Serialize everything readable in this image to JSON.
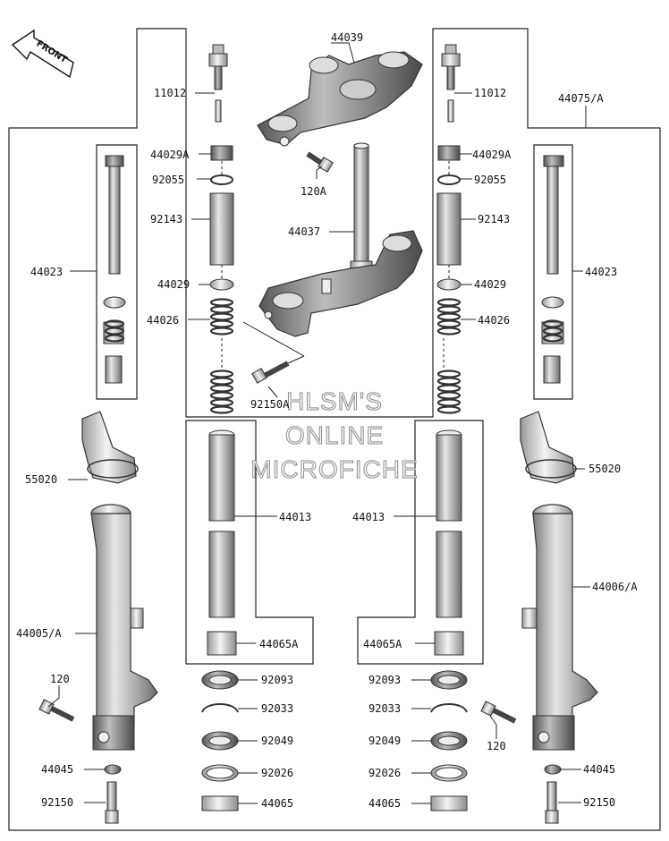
{
  "diagram": {
    "front_label": "FRONT",
    "watermark": [
      "HLSM'S",
      "ONLINE",
      "MICROFICHE"
    ],
    "callouts": {
      "c44039": "44039",
      "c11012_l": "11012",
      "c11012_r": "11012",
      "c44075": "44075/A",
      "c44029A_l": "44029A",
      "c44029A_r": "44029A",
      "c92055_l": "92055",
      "c92055_r": "92055",
      "c120A": "120A",
      "c92143_l": "92143",
      "c92143_r": "92143",
      "c44037": "44037",
      "c44023_l": "44023",
      "c44023_r": "44023",
      "c44029_l": "44029",
      "c44029_r": "44029",
      "c44026_l": "44026",
      "c44026_r": "44026",
      "c92150A": "92150A",
      "c55020_l": "55020",
      "c55020_r": "55020",
      "c44013_l": "44013",
      "c44013_r": "44013",
      "c44006": "44006/A",
      "c44005": "44005/A",
      "c44065A_l": "44065A",
      "c44065A_r": "44065A",
      "c120_l": "120",
      "c120_r": "120",
      "c92093_l": "92093",
      "c92093_r": "92093",
      "c92033_l": "92033",
      "c92033_r": "92033",
      "c92049_l": "92049",
      "c92049_r": "92049",
      "c44045_l": "44045",
      "c44045_r": "44045",
      "c92026_l": "92026",
      "c92026_r": "92026",
      "c92150_l": "92150",
      "c92150_r": "92150",
      "c44065_l": "44065",
      "c44065_r": "44065"
    }
  }
}
